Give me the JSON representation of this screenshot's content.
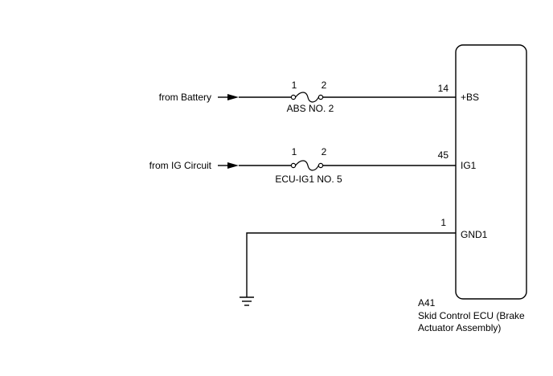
{
  "inputs": {
    "battery_label": "from Battery",
    "ig_label": "from IG Circuit"
  },
  "fuses": {
    "abs": {
      "name": "ABS NO. 2",
      "pin_left": "1",
      "pin_right": "2"
    },
    "ecu": {
      "name": "ECU-IG1 NO. 5",
      "pin_left": "1",
      "pin_right": "2"
    }
  },
  "ecu": {
    "connector": "A41",
    "name_line1": "Skid Control ECU (Brake",
    "name_line2": "Actuator Assembly)",
    "pins": [
      {
        "number": "14",
        "name": "+BS"
      },
      {
        "number": "45",
        "name": "IG1"
      },
      {
        "number": "1",
        "name": "GND1"
      }
    ]
  }
}
